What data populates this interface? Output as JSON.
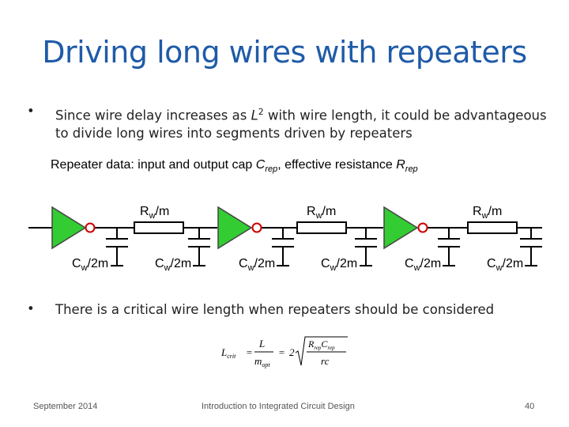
{
  "slide": {
    "title": "Driving long wires with repeaters",
    "bullets": [
      {
        "symbol": "•",
        "text_before": "Since wire delay increases as ",
        "text_var": "L",
        "text_sup": "2",
        "text_after": " with wire length, it could be advantageous to divide long wires into segments driven by repeaters"
      },
      {
        "symbol": "•",
        "text": "There is a critical wire length when repeaters should be considered"
      }
    ],
    "repeater_note": {
      "prefix": "Repeater data: input and output cap ",
      "cap_var": "C",
      "cap_sub": "rep",
      "middle": ", effective resistance ",
      "res_var": "R",
      "res_sub": "rep"
    },
    "footer": {
      "left": "September 2014",
      "center": "Introduction to Integrated Circuit Design",
      "page": "40"
    }
  },
  "diagram": {
    "resistor_label": {
      "main": "R",
      "sub": "w",
      "rest": "/m"
    },
    "capacitor_label": {
      "main": "C",
      "sub": "w",
      "rest": "/2m"
    },
    "colors": {
      "buffer_fill": "#33cc33",
      "bubble_stroke": "#cc0000",
      "wire": "#000000"
    }
  },
  "formula": {
    "lhs_main": "L",
    "lhs_sub": "crit",
    "equals": "=",
    "frac1_num": "L",
    "frac1_den_main": "m",
    "frac1_den_sub": "opt",
    "equals2": "=",
    "coef": "2",
    "frac2_num_r": "R",
    "frac2_num_r_sub": "rep",
    "frac2_num_c": "C",
    "frac2_num_c_sub": "rep",
    "frac2_den": "rc"
  }
}
